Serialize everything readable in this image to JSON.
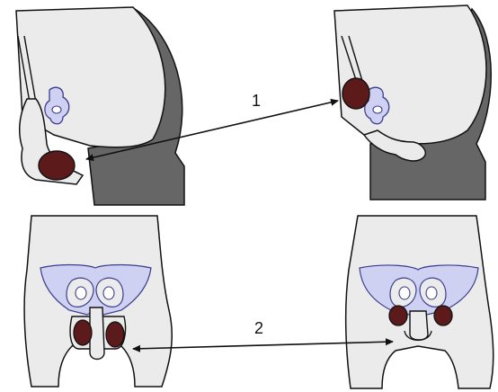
{
  "labels": {
    "arrow_1": "1",
    "arrow_2": "2"
  },
  "colors": {
    "skin": "#ebebeb",
    "shadow": "#666666",
    "shadow_dark": "#555555",
    "outline": "#111111",
    "gonad": "#5c1a1a",
    "pelvis": "#cfd1f2",
    "pelvis_outline": "#3c3c8c"
  },
  "panels": [
    {
      "id": "top-left",
      "description_icon": "sagittal-section-icon"
    },
    {
      "id": "top-right",
      "description_icon": "sagittal-section-icon"
    },
    {
      "id": "bottom-left",
      "description_icon": "frontal-view-icon"
    },
    {
      "id": "bottom-right",
      "description_icon": "frontal-view-icon"
    }
  ]
}
